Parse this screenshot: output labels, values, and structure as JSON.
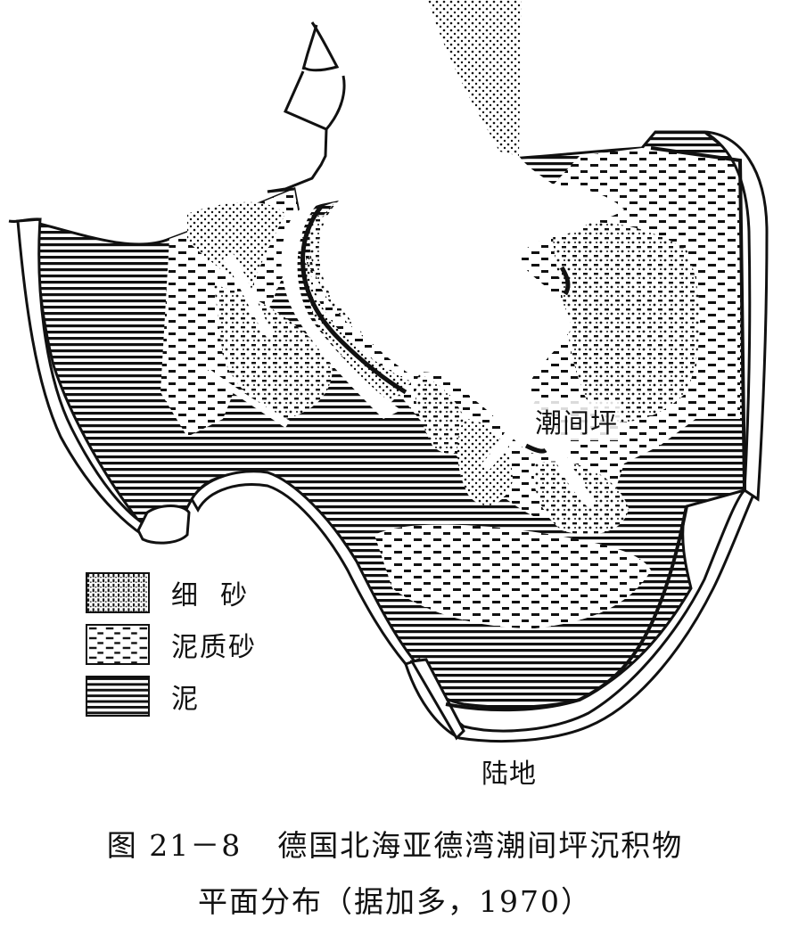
{
  "map": {
    "title": "德国北海亚德湾潮间坪沉积物平面分布",
    "labels": {
      "tidal_flat": "潮间坪",
      "land": "陆地"
    },
    "colors": {
      "ink": "#111111",
      "paper": "#ffffff"
    }
  },
  "legend": {
    "items": [
      {
        "key": "fine-sand",
        "label": "细  砂",
        "pattern": "vertical-stipple"
      },
      {
        "key": "muddy-sand",
        "label": "泥质砂",
        "pattern": "dashes"
      },
      {
        "key": "mud",
        "label": "泥",
        "pattern": "horizontal-lines"
      }
    ]
  },
  "caption": {
    "figure_number": "图 21－8",
    "line1_text": "德国北海亚德湾潮间坪沉积物",
    "line2_text": "平面分布（据加多，1970）"
  }
}
